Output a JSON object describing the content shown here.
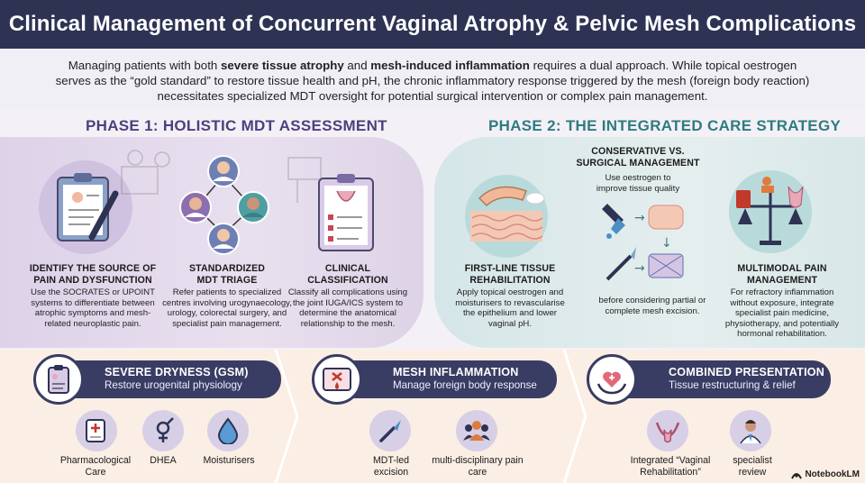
{
  "title": "Clinical Management of Concurrent Vaginal Atrophy & Pelvic Mesh Complications",
  "intro": {
    "part1": "Managing patients with both ",
    "bold1": "severe tissue atrophy",
    "part2": " and ",
    "bold2": "mesh-induced inflammation",
    "part3": " requires a dual approach. While topical oestrogen serves as the “gold standard” to restore tissue health and pH, the chronic inflammatory response triggered by the mesh (foreign body reaction) necessitates specialized MDT oversight for potential surgical intervention or complex pain management."
  },
  "phase1": {
    "title": "PHASE 1: HOLISTIC MDT ASSESSMENT",
    "cols": [
      {
        "heading": "IDENTIFY THE SOURCE OF PAIN AND DYSFUNCTION",
        "text": "Use the SOCRATES or UPOINT systems to differentiate between atrophic symptoms and mesh-related neuroplastic pain."
      },
      {
        "heading": "STANDARDIZED MDT TRIAGE",
        "text": "Refer patients to specialized centres involving urogynaecology, urology, colorectal surgery, and specialist pain management."
      },
      {
        "heading": "CLINICAL CLASSIFICATION",
        "text": "Classify all complications using the joint IUGA/ICS system to determine the anatomical relationship to the mesh."
      }
    ]
  },
  "phase2": {
    "title": "PHASE 2: THE INTEGRATED CARE STRATEGY",
    "cols": [
      {
        "heading": "FIRST-LINE TISSUE REHABILITATION",
        "text": "Apply topical oestrogen and moisturisers to revascularise the epithelium and lower vaginal pH."
      },
      {
        "heading": "CONSERVATIVE VS. SURGICAL MANAGEMENT",
        "top_text": "Use oestrogen to improve tissue quality",
        "text": "before considering partial or complete mesh excision."
      },
      {
        "heading": "MULTIMODAL PAIN MANAGEMENT",
        "text": "For refractory inflammation without exposure, integrate specialist pain medicine, physiotherapy, and potentially hormonal rehabilitation."
      }
    ]
  },
  "categories": [
    {
      "heading": "SEVERE DRYNESS (GSM)",
      "sub": "Restore urogenital physiology",
      "items": [
        "Pharmacological Care",
        "DHEA",
        "Moisturisers"
      ]
    },
    {
      "heading": "MESH INFLAMMATION",
      "sub": "Manage foreign body response",
      "items": [
        "MDT-led excision",
        "multi-disciplinary pain care"
      ]
    },
    {
      "heading": "COMBINED PRESENTATION",
      "sub": "Tissue restructuring & relief",
      "items": [
        "Integrated “Vaginal Rehabilitation”",
        "specialist review"
      ]
    }
  ],
  "brand": "NotebookLM",
  "colors": {
    "navy": "#2e3354",
    "phase1": "#4f3f7e",
    "phase2": "#2e7c80",
    "peach": "#fbeee4"
  }
}
